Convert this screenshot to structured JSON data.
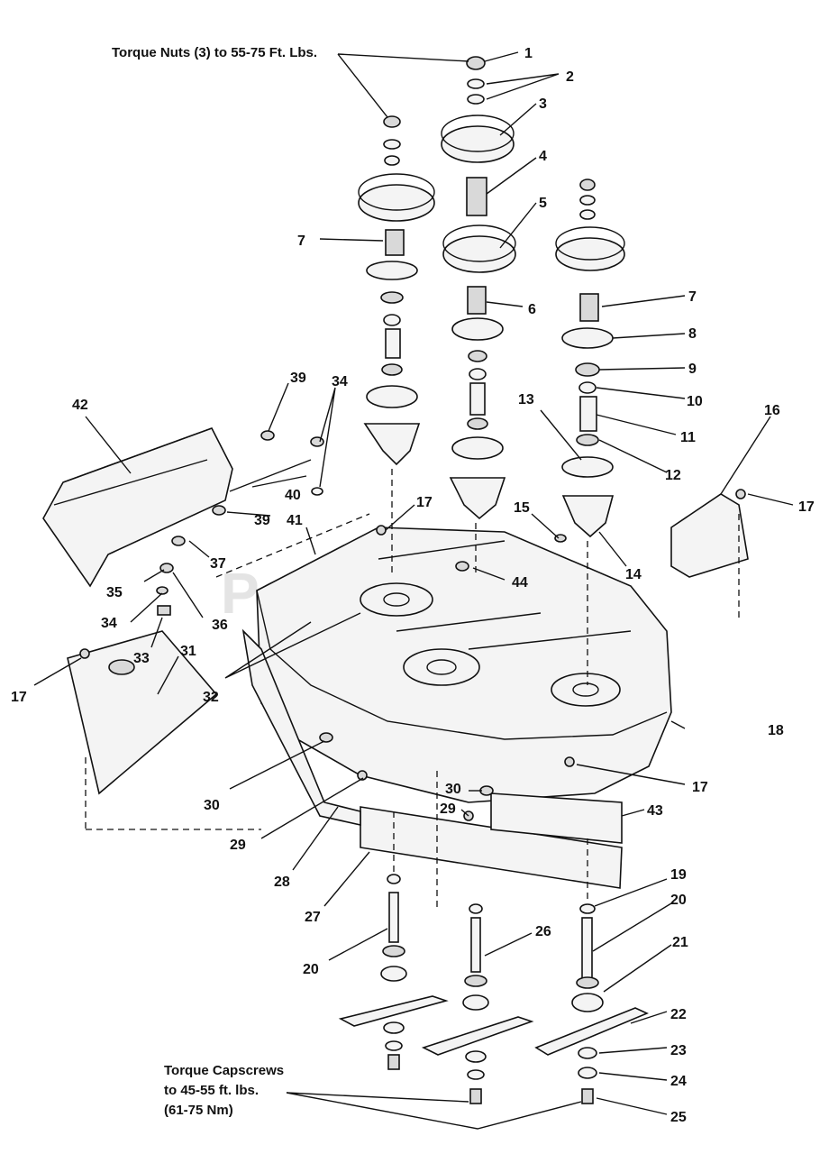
{
  "notes": {
    "torque_nuts": "Torque Nuts (3) to 55-75 Ft. Lbs.",
    "torque_capscrews_line1": "Torque Capscrews",
    "torque_capscrews_line2": "to 45-55 ft. lbs.",
    "torque_capscrews_line3": "(61-75 Nm)"
  },
  "watermark": "PartsTree",
  "callouts": [
    "1",
    "2",
    "3",
    "4",
    "5",
    "6",
    "7",
    "7",
    "8",
    "9",
    "10",
    "11",
    "12",
    "13",
    "14",
    "15",
    "16",
    "17",
    "17",
    "17",
    "17",
    "17",
    "18",
    "19",
    "20",
    "20",
    "21",
    "22",
    "23",
    "24",
    "25",
    "26",
    "27",
    "28",
    "29",
    "29",
    "30",
    "30",
    "31",
    "32",
    "33",
    "34",
    "34",
    "35",
    "36",
    "37",
    "39",
    "39",
    "40",
    "41",
    "42",
    "43",
    "44"
  ]
}
